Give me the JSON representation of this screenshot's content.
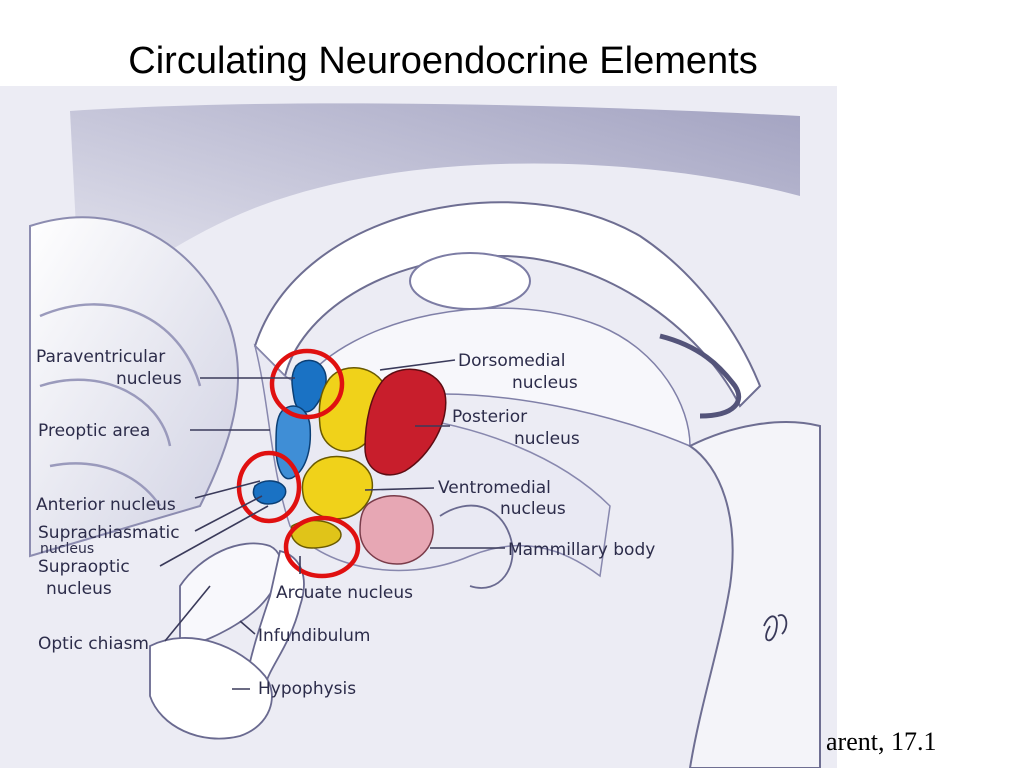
{
  "slide": {
    "title": "Circulating Neuroendocrine Elements",
    "citation": "arent, 17.1"
  },
  "labels": {
    "paraventricular_1": "Paraventricular",
    "paraventricular_2": "nucleus",
    "preoptic": "Preoptic area",
    "anterior": "Anterior nucleus",
    "suprachiasmatic_1": "Suprachiasmatic",
    "suprachiasmatic_2": "nucleus",
    "supraoptic_1": "Supraoptic",
    "supraoptic_2": "nucleus",
    "optic_chiasm": "Optic chiasm",
    "infundibulum": "Infundibulum",
    "hypophysis": "Hypophysis",
    "dorsomedial_1": "Dorsomedial",
    "dorsomedial_2": "nucleus",
    "posterior_1": "Posterior",
    "posterior_2": "nucleus",
    "ventromedial_1": "Ventromedial",
    "ventromedial_2": "nucleus",
    "mammillary": "Mammillary body",
    "arcuate": "Arcuate nucleus"
  },
  "colors": {
    "blue_nuclei": "#1a72c4",
    "yellow_nuclei": "#f0d21a",
    "red_nucleus": "#c81e2c",
    "pink_body": "#e7a7b4",
    "highlight_circle": "#e01010"
  }
}
